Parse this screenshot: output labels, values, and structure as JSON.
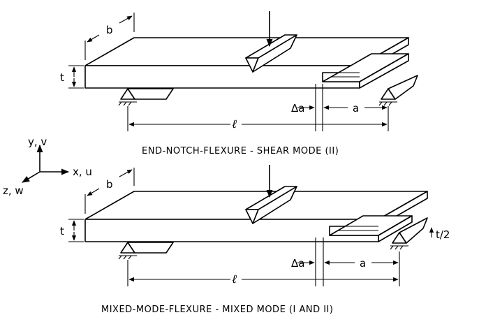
{
  "diagram": {
    "top": {
      "caption": "END-NOTCH-FLEXURE - SHEAR MODE (II)",
      "label_b": "b",
      "label_t": "t",
      "label_delta_a": "Δa",
      "label_a": "a",
      "label_l": "ℓ"
    },
    "axes": {
      "y": "y, v",
      "x": "x, u",
      "z": "z, w"
    },
    "bottom": {
      "caption": "MIXED-MODE-FLEXURE - MIXED MODE (I AND II)",
      "label_b": "b",
      "label_t": "t",
      "label_t_half": "t/2",
      "label_delta_a": "Δa",
      "label_a": "a",
      "label_l": "ℓ"
    }
  }
}
